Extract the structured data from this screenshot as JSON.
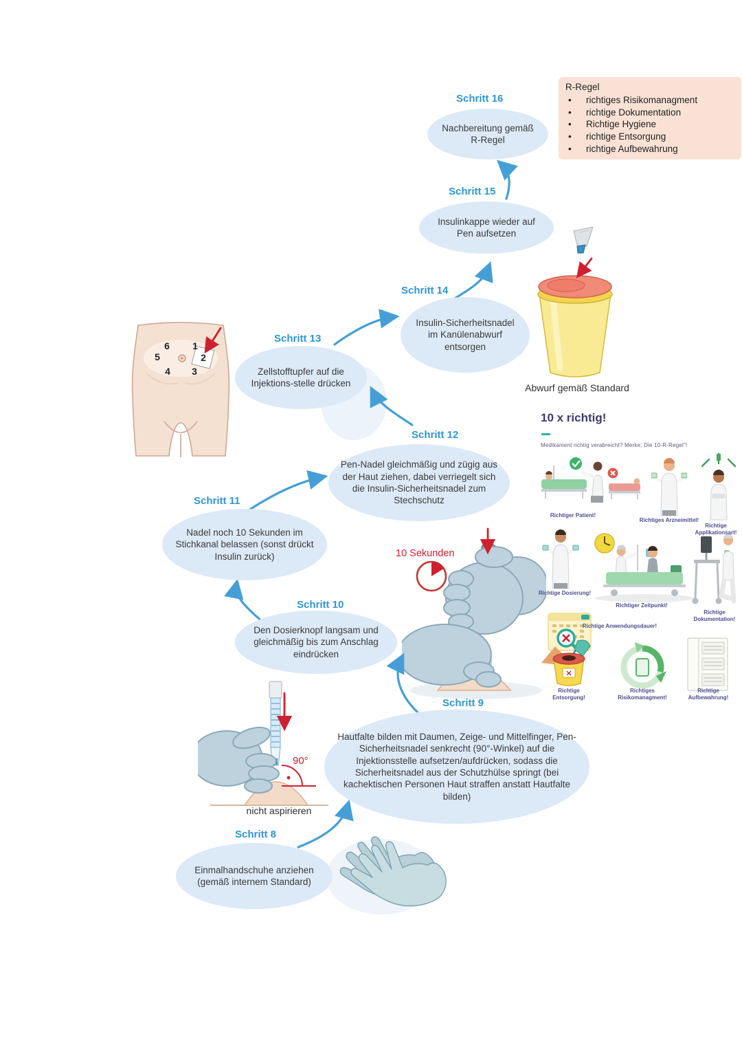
{
  "colors": {
    "step_label": "#2e96d4",
    "bubble_fill": "#dce9f6",
    "arrow_blue": "#459fd6",
    "arrow_red": "#cf2030",
    "r_regel_bg": "#f9e2d5",
    "heading_indigo": "#3c3a6d",
    "teal_dash": "#2db3ac",
    "container_yellow": "#f9ea94",
    "container_lid": "#f18a77"
  },
  "r_regel": {
    "title": "R-Regel",
    "items": [
      "richtiges Risikomanagment",
      "richtige Dokumentation",
      "Richtige Hygiene",
      "richtige Entsorgung",
      "richtige Aufbewahrung"
    ]
  },
  "steps": [
    {
      "label": "Schritt 8",
      "text": "Einmalhandschuhe anziehen (gemäß internem Standard)"
    },
    {
      "label": "Schritt 9",
      "text": "Hautfalte bilden mit Daumen, Zeige- und Mittelfinger, Pen-Sicherheitsnadel senkrecht (90°-Winkel) auf die Injektionsstelle aufsetzen/aufdrücken, sodass die Sicherheitsnadel aus der Schutzhülse springt (bei kachektischen Personen Haut straffen anstatt Hautfalte bilden)"
    },
    {
      "label": "Schritt 10",
      "text": "Den Dosierknopf langsam und gleichmäßig bis zum Anschlag eindrücken"
    },
    {
      "label": "Schritt 11",
      "text": "Nadel noch 10 Sekunden im Stichkanal belassen (sonst drückt Insulin zurück)"
    },
    {
      "label": "Schritt 12",
      "text": "Pen-Nadel gleichmäßig und zügig aus der Haut ziehen, dabei verriegelt sich die Insulin-Sicherheitsnadel zum Stechschutz"
    },
    {
      "label": "Schritt 13",
      "text": "Zellstofftupfer auf die Injektions-stelle drücken"
    },
    {
      "label": "Schritt 14",
      "text": "Insulin-Sicherheitsnadel im Kanülenabwurf entsorgen"
    },
    {
      "label": "Schritt 15",
      "text": "Insulinkappe wieder auf Pen aufsetzen"
    },
    {
      "label": "Schritt 16",
      "text": "Nachbereitung gemäß R-Regel"
    }
  ],
  "annotations": {
    "ten_seconds": "10 Sekunden",
    "not_aspirate": "nicht aspirieren",
    "angle": "90°",
    "disposal_caption": "Abwurf gemäß Standard"
  },
  "injection_sites": [
    "1",
    "2",
    "3",
    "4",
    "5",
    "6"
  ],
  "ten_r": {
    "title": "10 x richtig!",
    "subtitle": "Medikament richtig verabreicht? Merke: Die 10-R-Regel”!",
    "labels": [
      "Richtiger Patient!",
      "Richtiges Arzneimittel!",
      "Richtige Applikationsart!",
      "Richtige Dosierung!",
      "Richtiger Zeitpunkt!",
      "Richtige Anwendungsdauer!",
      "Richtige Dokumentation!",
      "Richtige Entsorgung!",
      "Richtiges Risikomanagment!",
      "Richtige Aufbewahrung!"
    ]
  },
  "illustrations": [
    "abdomen-injection-sites",
    "sharps-container",
    "insulin-pen-in-hands",
    "timer-clock",
    "90-degree-injection",
    "disposable-gloves"
  ]
}
